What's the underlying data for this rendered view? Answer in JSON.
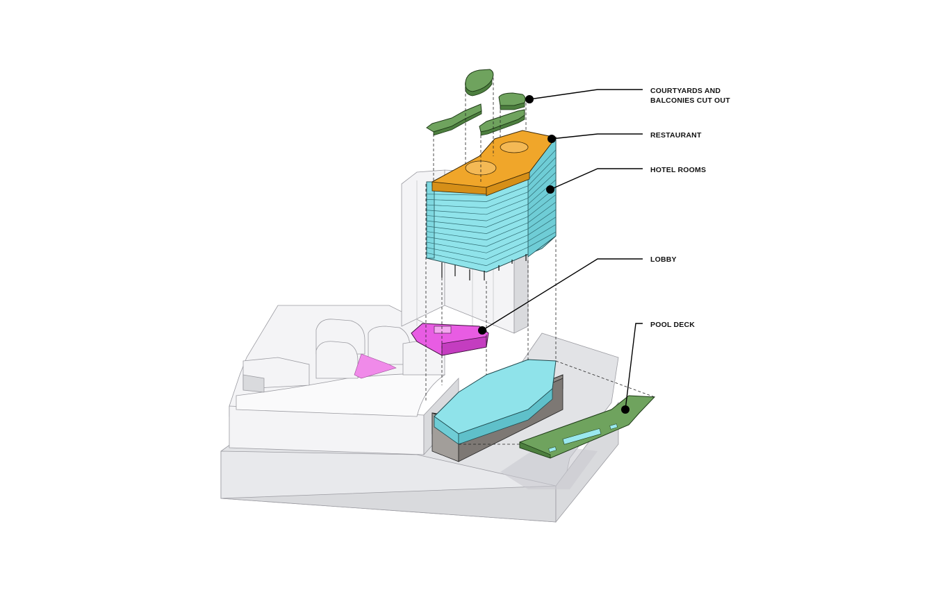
{
  "diagram": {
    "callouts": [
      {
        "id": "courtyards",
        "lines": [
          "COURTYARDS AND",
          "BALCONIES CUT OUT"
        ],
        "color": "#6fa35e"
      },
      {
        "id": "restaurant",
        "lines": [
          "RESTAURANT"
        ],
        "color": "#f0a62a"
      },
      {
        "id": "hotel-rooms",
        "lines": [
          "HOTEL ROOMS"
        ],
        "color": "#8fe3ea"
      },
      {
        "id": "lobby",
        "lines": [
          "LOBBY"
        ],
        "color": "#e85ce3"
      },
      {
        "id": "pool-deck",
        "lines": [
          "POOL DECK"
        ],
        "color": "#5f9a4a"
      }
    ],
    "colors": {
      "green": "#6fa35e",
      "orange": "#f0a62a",
      "cyan": "#8fe3ea",
      "magenta": "#e85ce3",
      "podium_base": "#8f8a86",
      "ghost": "#f4f4f6"
    }
  }
}
